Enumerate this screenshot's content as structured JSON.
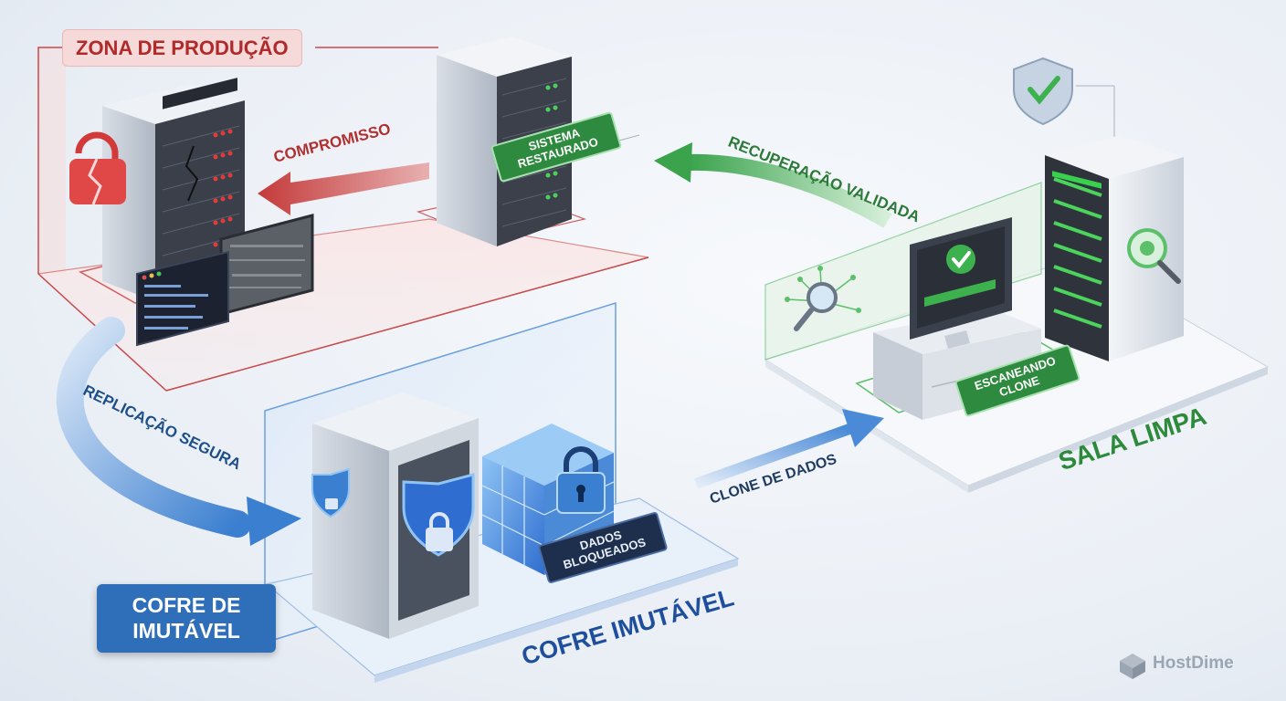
{
  "zones": {
    "production": "ZONA DE PRODUÇÃO",
    "clean_room": "SALA LIMPA",
    "immutable_vault": "COFRE IMUTÁVEL"
  },
  "flows": {
    "compromise": "COMPROMISSO",
    "recovery_validated": "RECUPERAÇÃO VALIDADA",
    "secure_replication": "REPLICAÇÃO SEGURA",
    "data_clone": "CLONE DE DADOS"
  },
  "badges": {
    "system_restored": [
      "SISTEMA",
      "RESTAURADO"
    ],
    "scanning_clone": [
      "ESCANEANDO",
      "CLONE"
    ],
    "locked_data": [
      "DADOS",
      "BLOQUEADOS"
    ],
    "vault_box": [
      "COFRE DE",
      "IMUTÁVEL"
    ]
  },
  "brand": {
    "name": "HostDime",
    "icon": "hostdime-logo-icon"
  },
  "icons": [
    "broken-padlock-icon",
    "terminal-window-icon",
    "corrupted-screen-icon",
    "shield-check-icon",
    "magnifier-icon",
    "virus-scan-icon",
    "monitor-check-icon",
    "shield-lock-icon",
    "padlock-icon"
  ],
  "colors": {
    "production": "#c94a4a",
    "clean_room": "#2e8a3e",
    "vault": "#2f6eb8",
    "background": "#eef2f7"
  }
}
